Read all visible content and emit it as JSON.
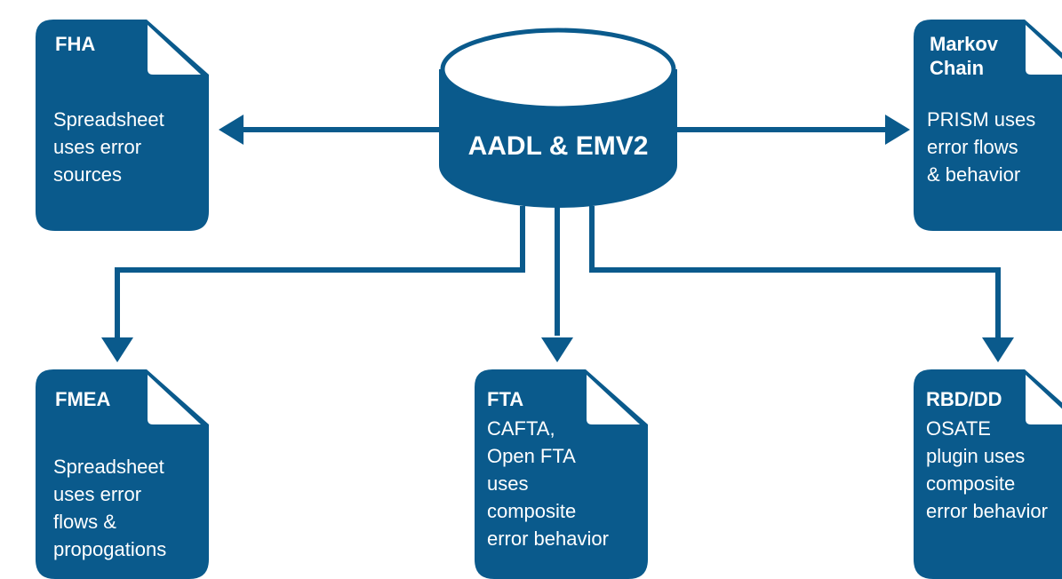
{
  "colors": {
    "primary": "#0a5a8c",
    "fold": "#ffffff",
    "background": "#ffffff"
  },
  "icons": {
    "document": "document-icon",
    "database": "database-icon"
  },
  "center": {
    "label": "AADL & EMV2"
  },
  "nodes": {
    "fha": {
      "title": "FHA",
      "body": [
        "Spreadsheet",
        "uses error",
        "sources"
      ]
    },
    "markov": {
      "title": [
        "Markov",
        "Chain"
      ],
      "body": [
        "PRISM uses",
        "error flows",
        "& behavior"
      ]
    },
    "fmea": {
      "title": "FMEA",
      "body": [
        "Spreadsheet",
        "uses error",
        "flows &",
        "propogations"
      ]
    },
    "fta": {
      "title": "FTA",
      "body": [
        "CAFTA,",
        "Open FTA",
        "uses",
        "composite",
        "error behavior"
      ]
    },
    "rbd": {
      "title": "RBD/DD",
      "body": [
        "OSATE",
        "plugin uses",
        "composite",
        "error behavior"
      ]
    }
  }
}
